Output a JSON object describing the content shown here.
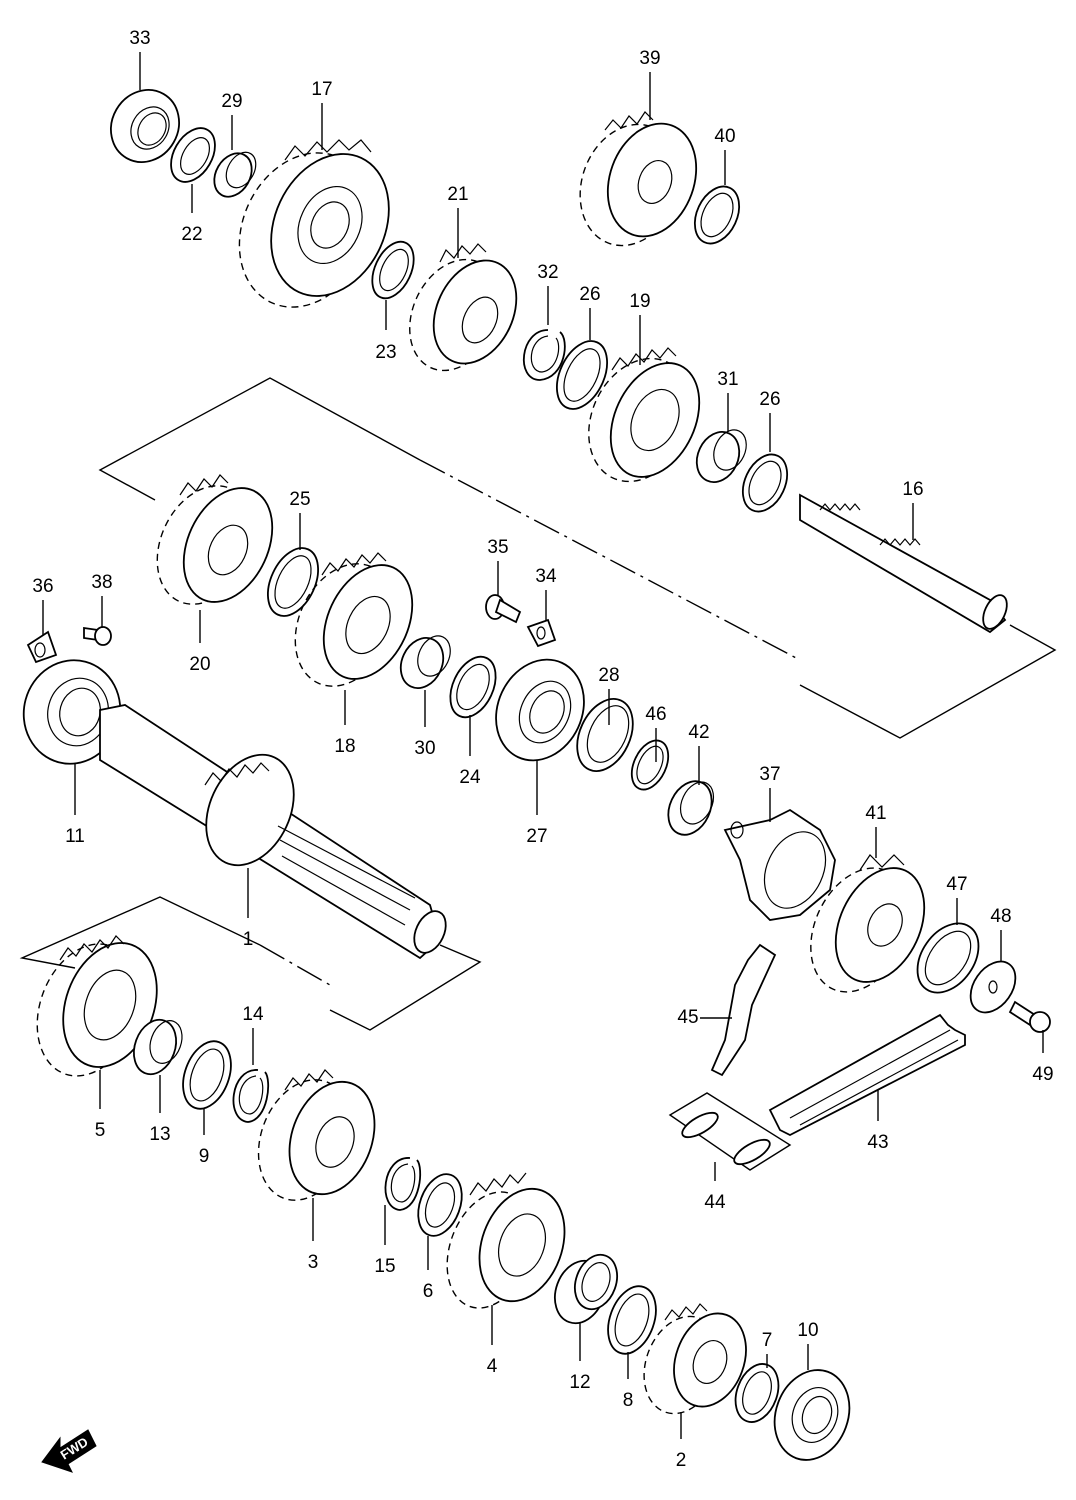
{
  "diagram": {
    "parts": [
      {
        "num": "33"
      },
      {
        "num": "29"
      },
      {
        "num": "17"
      },
      {
        "num": "39"
      },
      {
        "num": "40"
      },
      {
        "num": "22"
      },
      {
        "num": "21"
      },
      {
        "num": "32"
      },
      {
        "num": "26"
      },
      {
        "num": "19"
      },
      {
        "num": "23"
      },
      {
        "num": "31"
      },
      {
        "num": "26"
      },
      {
        "num": "16"
      },
      {
        "num": "25"
      },
      {
        "num": "35"
      },
      {
        "num": "34"
      },
      {
        "num": "36"
      },
      {
        "num": "38"
      },
      {
        "num": "20"
      },
      {
        "num": "18"
      },
      {
        "num": "28"
      },
      {
        "num": "46"
      },
      {
        "num": "42"
      },
      {
        "num": "30"
      },
      {
        "num": "24"
      },
      {
        "num": "37"
      },
      {
        "num": "11"
      },
      {
        "num": "27"
      },
      {
        "num": "41"
      },
      {
        "num": "47"
      },
      {
        "num": "48"
      },
      {
        "num": "1"
      },
      {
        "num": "45"
      },
      {
        "num": "49"
      },
      {
        "num": "14"
      },
      {
        "num": "43"
      },
      {
        "num": "5"
      },
      {
        "num": "13"
      },
      {
        "num": "9"
      },
      {
        "num": "44"
      },
      {
        "num": "3"
      },
      {
        "num": "15"
      },
      {
        "num": "6"
      },
      {
        "num": "7"
      },
      {
        "num": "10"
      },
      {
        "num": "4"
      },
      {
        "num": "12"
      },
      {
        "num": "8"
      },
      {
        "num": "2"
      }
    ],
    "fwd_label": "FWD"
  }
}
